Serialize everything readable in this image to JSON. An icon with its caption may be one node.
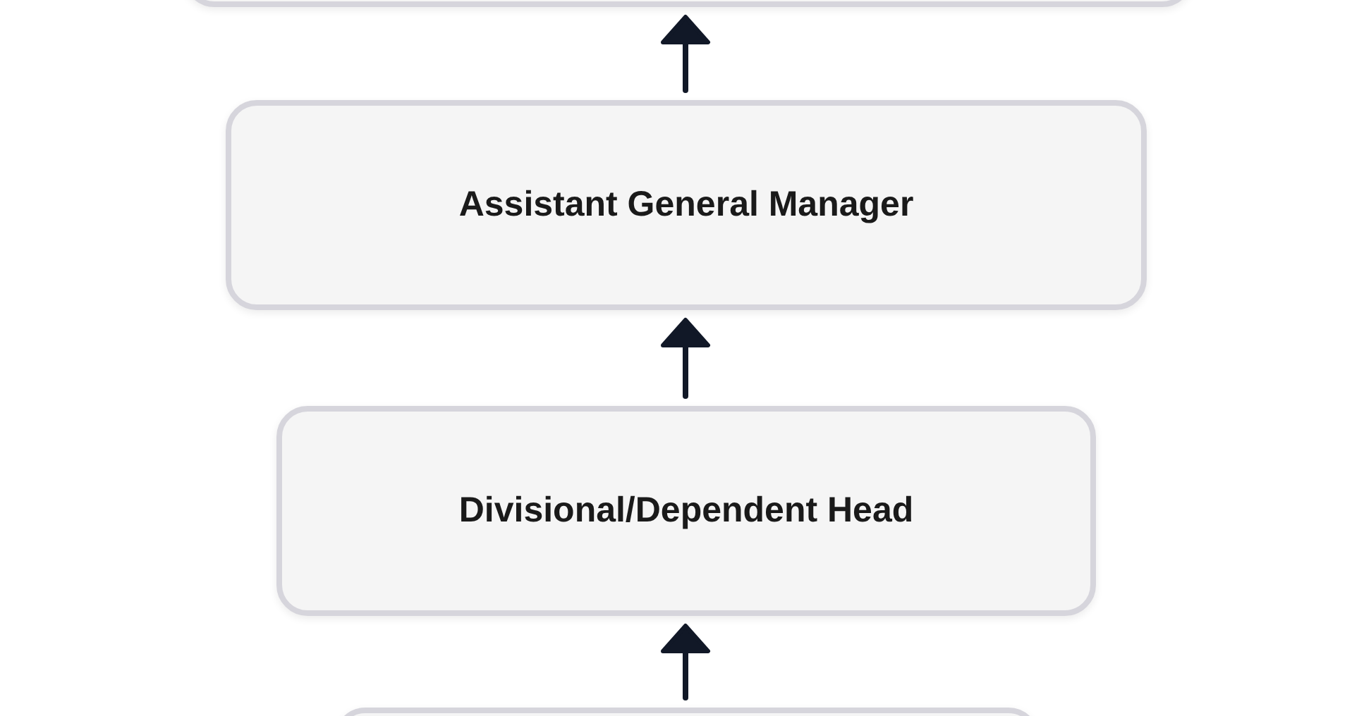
{
  "diagram": {
    "nodes": [
      {
        "text": [],
        "shape": "box"
      },
      {
        "text": [
          "Assistant General Manager"
        ]
      },
      {
        "text": [
          "Divisional/Dependent Head"
        ]
      },
      {
        "text": [],
        "shape": "box"
      }
    ],
    "edges": [
      {
        "from": 1,
        "to": 0,
        "arrow": "to"
      },
      {
        "from": 2,
        "to": 1,
        "arrow": "to"
      },
      {
        "from": 3,
        "to": 2,
        "arrow": "to"
      }
    ]
  }
}
